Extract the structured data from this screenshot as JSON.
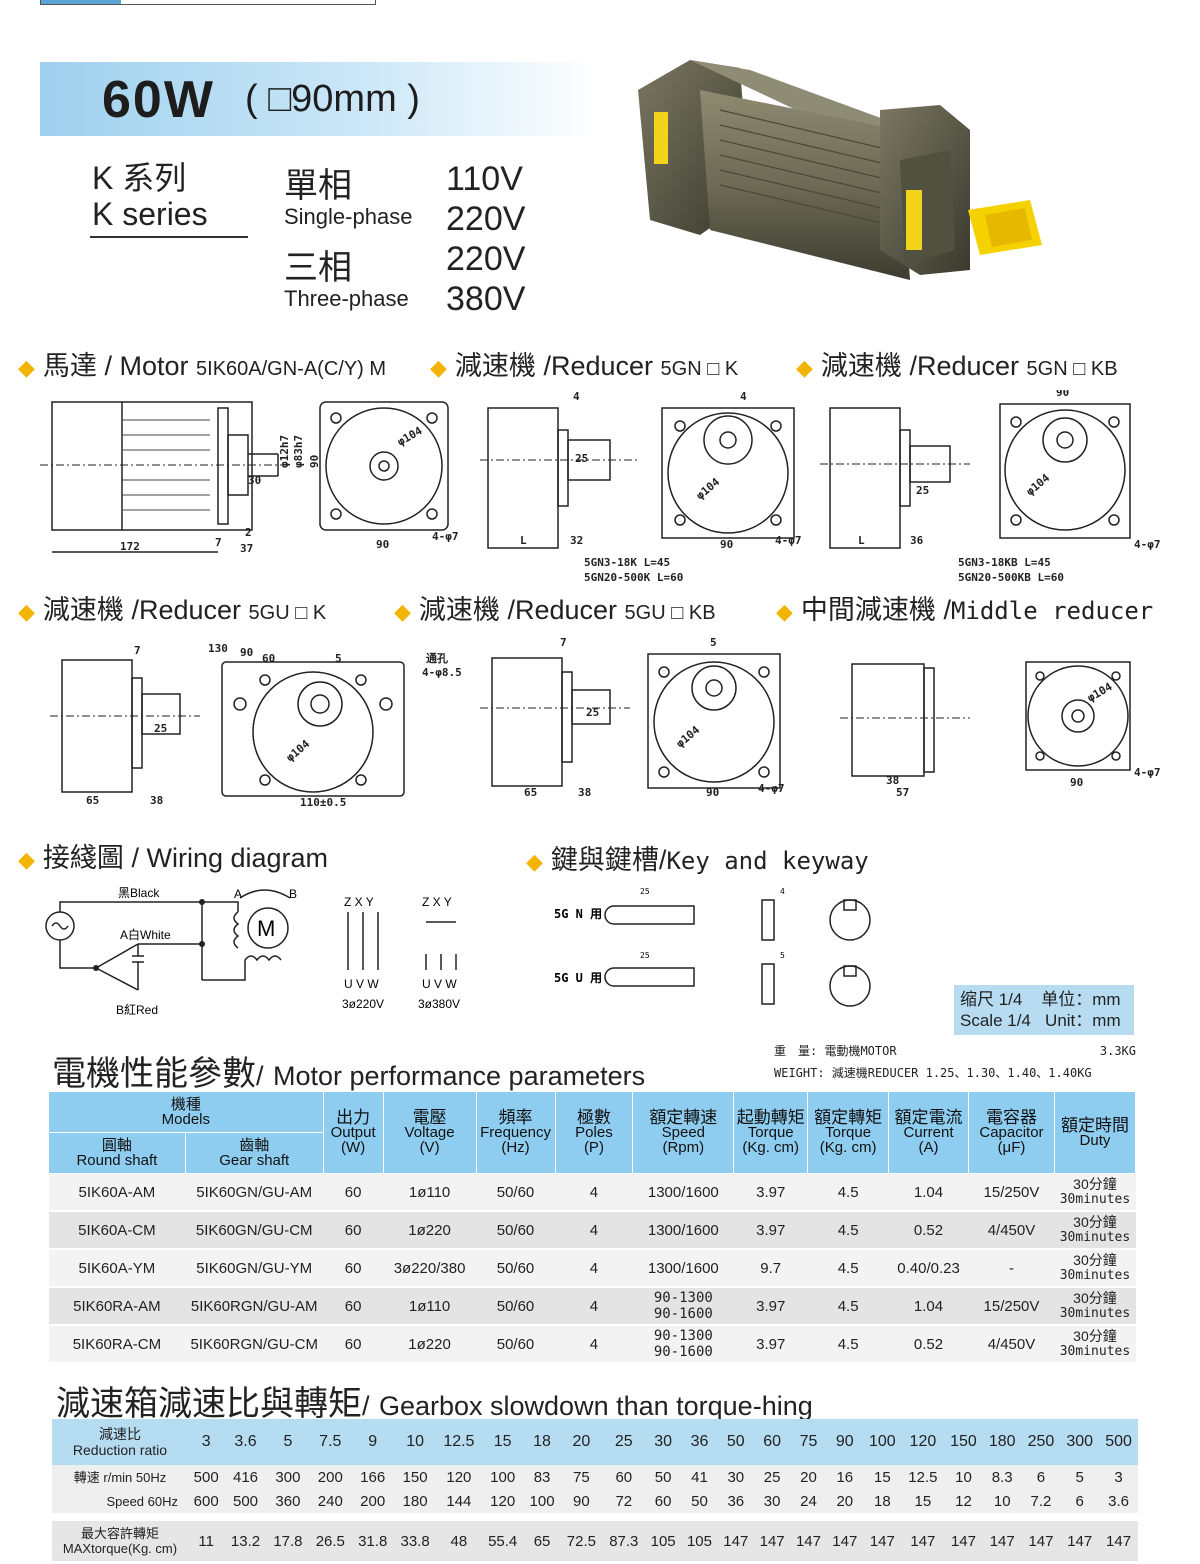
{
  "header": {
    "power": "60W",
    "frame": "( □90mm )",
    "series_zh": "K 系列",
    "series_en": "K series",
    "single_zh": "單相",
    "single_en": "Single-phase",
    "three_zh": "三相",
    "three_en": "Three-phase",
    "v1": "110V",
    "v2": "220V",
    "v3": "220V",
    "v4": "380V"
  },
  "sections": {
    "motor": {
      "zh": "馬達",
      "sep": "/",
      "en": "Motor",
      "model": "5IK60A/GN-A(C/Y) M"
    },
    "reducer_k": {
      "zh": "減速機",
      "sep": "/",
      "en": "Reducer",
      "model": "5GN □ K"
    },
    "reducer_kb": {
      "zh": "減速機",
      "sep": "/",
      "en": "Reducer",
      "model": "5GN □ KB"
    },
    "reducer_gu_k": {
      "zh": "減速機",
      "sep": "/",
      "en": "Reducer",
      "model": "5GU □ K"
    },
    "reducer_gu_kb": {
      "zh": "減速機",
      "sep": "/",
      "en": "Reducer",
      "model": "5GU □ KB"
    },
    "middle": {
      "zh": "中間減速機",
      "sep": "/",
      "en": "Middle reducer"
    },
    "wiring": {
      "zh": "接綫圖",
      "sep": "/",
      "en": "Wiring diagram"
    },
    "key": {
      "zh": "鍵與鍵槽",
      "sep": "/",
      "en": "Key and keyway"
    }
  },
  "drawing_notes": {
    "k_note1": "5GN3-18K    L=45",
    "k_note2": "5GN20-500K  L=60",
    "kb_note1": "5GN3-18KB    L=45",
    "kb_note2": "5GN20-500KB  L=60",
    "through_hole": "通孔",
    "through_hole_dim": "4-φ8.5"
  },
  "wiring": {
    "black": "黑Black",
    "white": "A白White",
    "red": "B紅Red",
    "a": "A",
    "b": "B",
    "m": "M",
    "zxy": "Z X Y",
    "uvw": "U V W",
    "v220": "3ø220V",
    "v380": "3ø380V"
  },
  "key": {
    "gn": "5G N 用",
    "gu": "5G U 用"
  },
  "scale": {
    "zh": "缩尺 1/4    单位：mm",
    "en": "Scale 1/4   Unit：mm"
  },
  "weight": {
    "label1": "重　量: 電動機MOTOR",
    "value1": "3.3KG",
    "label2": "WEIGHT: 減速機REDUCER 1.25、1.30、1.40、1.40KG"
  },
  "perf": {
    "title_zh": "電機性能參數",
    "title_sep": "/",
    "title_en": "Motor performance parameters",
    "headers": {
      "models": "機種",
      "models_en": "Models",
      "round": "圓軸",
      "round_en": "Round shaft",
      "gear": "齒軸",
      "gear_en": "Gear shaft",
      "output": "出力",
      "output_en": "Output",
      "output_u": "(W)",
      "voltage": "電壓",
      "voltage_en": "Voltage",
      "voltage_u": "(V)",
      "freq": "頻率",
      "freq_en": "Frequency",
      "freq_u": "(Hz)",
      "poles": "極數",
      "poles_en": "Poles",
      "poles_u": "(P)",
      "speed": "額定轉速",
      "speed_en": "Speed",
      "speed_u": "(Rpm)",
      "st_torque": "起動轉矩",
      "st_torque_en": "Torque",
      "st_torque_u": "(Kg. cm)",
      "r_torque": "額定轉矩",
      "r_torque_en": "Torque",
      "r_torque_u": "(Kg. cm)",
      "current": "額定電流",
      "current_en": "Current",
      "current_u": "(A)",
      "cap": "電容器",
      "cap_en": "Capacitor",
      "cap_u": "(μF)",
      "duty": "額定時間",
      "duty_en": "Duty"
    },
    "rows": [
      {
        "round": "5IK60A-AM",
        "gear": "5IK60GN/GU-AM",
        "output": "60",
        "voltage": "1ø110",
        "freq": "50/60",
        "poles": "4",
        "speed": "1300/1600",
        "st": "3.97",
        "rt": "4.5",
        "cur": "1.04",
        "cap": "15/250V",
        "duty1": "30分鐘",
        "duty2": "30minutes"
      },
      {
        "round": "5IK60A-CM",
        "gear": "5IK60GN/GU-CM",
        "output": "60",
        "voltage": "1ø220",
        "freq": "50/60",
        "poles": "4",
        "speed": "1300/1600",
        "st": "3.97",
        "rt": "4.5",
        "cur": "0.52",
        "cap": "4/450V",
        "duty1": "30分鐘",
        "duty2": "30minutes"
      },
      {
        "round": "5IK60A-YM",
        "gear": "5IK60GN/GU-YM",
        "output": "60",
        "voltage": "3ø220/380",
        "freq": "50/60",
        "poles": "4",
        "speed": "1300/1600",
        "st": "9.7",
        "rt": "4.5",
        "cur": "0.40/0.23",
        "cap": "-",
        "duty1": "30分鐘",
        "duty2": "30minutes"
      },
      {
        "round": "5IK60RA-AM",
        "gear": "5IK60RGN/GU-AM",
        "output": "60",
        "voltage": "1ø110",
        "freq": "50/60",
        "poles": "4",
        "speed": "90-1300\n90-1600",
        "st": "3.97",
        "rt": "4.5",
        "cur": "1.04",
        "cap": "15/250V",
        "duty1": "30分鐘",
        "duty2": "30minutes"
      },
      {
        "round": "5IK60RA-CM",
        "gear": "5IK60RGN/GU-CM",
        "output": "60",
        "voltage": "1ø220",
        "freq": "50/60",
        "poles": "4",
        "speed": "90-1300\n90-1600",
        "st": "3.97",
        "rt": "4.5",
        "cur": "0.52",
        "cap": "4/450V",
        "duty1": "30分鐘",
        "duty2": "30minutes"
      }
    ]
  },
  "gearbox": {
    "title_zh": "減速箱減速比與轉矩",
    "title_sep": "/",
    "title_en": "Gearbox slowdown than torque-hing",
    "ratio_label_zh": "減速比",
    "ratio_label_en": "Reduction ratio",
    "speed_label_zh": "轉速 r/min 50Hz",
    "speed_label_en": "Speed 60Hz",
    "torque_label_zh": "最大容許轉矩",
    "torque_label_en": "MAXtorque(Kg. cm)",
    "ratios": [
      "3",
      "3.6",
      "5",
      "7.5",
      "9",
      "10",
      "12.5",
      "15",
      "18",
      "20",
      "25",
      "30",
      "36",
      "50",
      "60",
      "75",
      "90",
      "100",
      "120",
      "150",
      "180",
      "250",
      "300",
      "500"
    ],
    "speed50": [
      "500",
      "416",
      "300",
      "200",
      "166",
      "150",
      "120",
      "100",
      "83",
      "75",
      "60",
      "50",
      "41",
      "30",
      "25",
      "20",
      "16",
      "15",
      "12.5",
      "10",
      "8.3",
      "6",
      "5",
      "3"
    ],
    "speed60": [
      "600",
      "500",
      "360",
      "240",
      "200",
      "180",
      "144",
      "120",
      "100",
      "90",
      "72",
      "60",
      "50",
      "36",
      "30",
      "24",
      "20",
      "18",
      "15",
      "12",
      "10",
      "7.2",
      "6",
      "3.6"
    ],
    "torque": [
      "11",
      "13.2",
      "17.8",
      "26.5",
      "31.8",
      "33.8",
      "48",
      "55.4",
      "65",
      "72.5",
      "87.3",
      "105",
      "105",
      "147",
      "147",
      "147",
      "147",
      "147",
      "147",
      "147",
      "147",
      "147",
      "147",
      "147"
    ]
  }
}
